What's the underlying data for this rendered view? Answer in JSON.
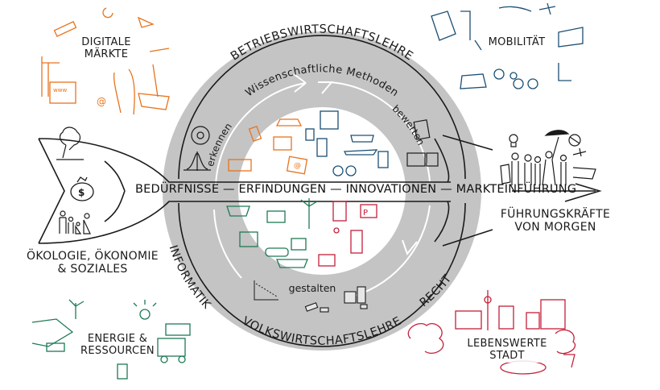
{
  "diagram": {
    "ring_outer": {
      "top": "BETRIEBSWIRTSCHAFTSLEHRE",
      "bottom": "VOLKSWIRTSCHAFTSLEHRE",
      "left": "INFORMATIK",
      "right": "RECHT"
    },
    "ring_inner": {
      "top": "Wissenschaftliche Methoden",
      "left": "erkennen",
      "right": "bewerten",
      "bottom": "gestalten"
    },
    "process_line": {
      "steps": [
        "BEDÜRFNISSE",
        "ERFINDUNGEN",
        "INNOVATIONEN",
        "MARKTEINFÜHRUNG"
      ],
      "separator": "—",
      "text": "BEDÜRFNISSE — ERFINDUNGEN — INNOVATIONEN — MARKTEINFÜHRUNG"
    },
    "input": {
      "label_line1": "ÖKOLOGIE, ÖKONOMIE",
      "label_line2": "& SOZIALES",
      "icons": [
        "tree-icon",
        "money-bag-icon",
        "family-icon"
      ]
    },
    "output": {
      "label_line1": "FÜHRUNGSKRÄFTE",
      "label_line2": "VON MORGEN",
      "icons": [
        "people-group-icon",
        "lightbulb-icon",
        "globe-icon"
      ]
    },
    "themes": [
      {
        "id": "digital",
        "line1": "DIGITALE",
        "line2": "MÄRKTE",
        "color": "#e8731c"
      },
      {
        "id": "mobility",
        "line1": "MOBILITÄT",
        "line2": "",
        "color": "#1d4f73"
      },
      {
        "id": "energy",
        "line1": "ENERGIE &",
        "line2": "RESSOURCEN",
        "color": "#1f7a55"
      },
      {
        "id": "city",
        "line1": "LEBENSWERTE",
        "line2": "STADT",
        "color": "#c4213a"
      }
    ],
    "colors": {
      "ring_gray": "#c4c4c4",
      "line_black": "#1a1a1a",
      "orange": "#e8731c",
      "blue": "#1d4f73",
      "green": "#1f7a55",
      "red": "#c4213a"
    }
  }
}
